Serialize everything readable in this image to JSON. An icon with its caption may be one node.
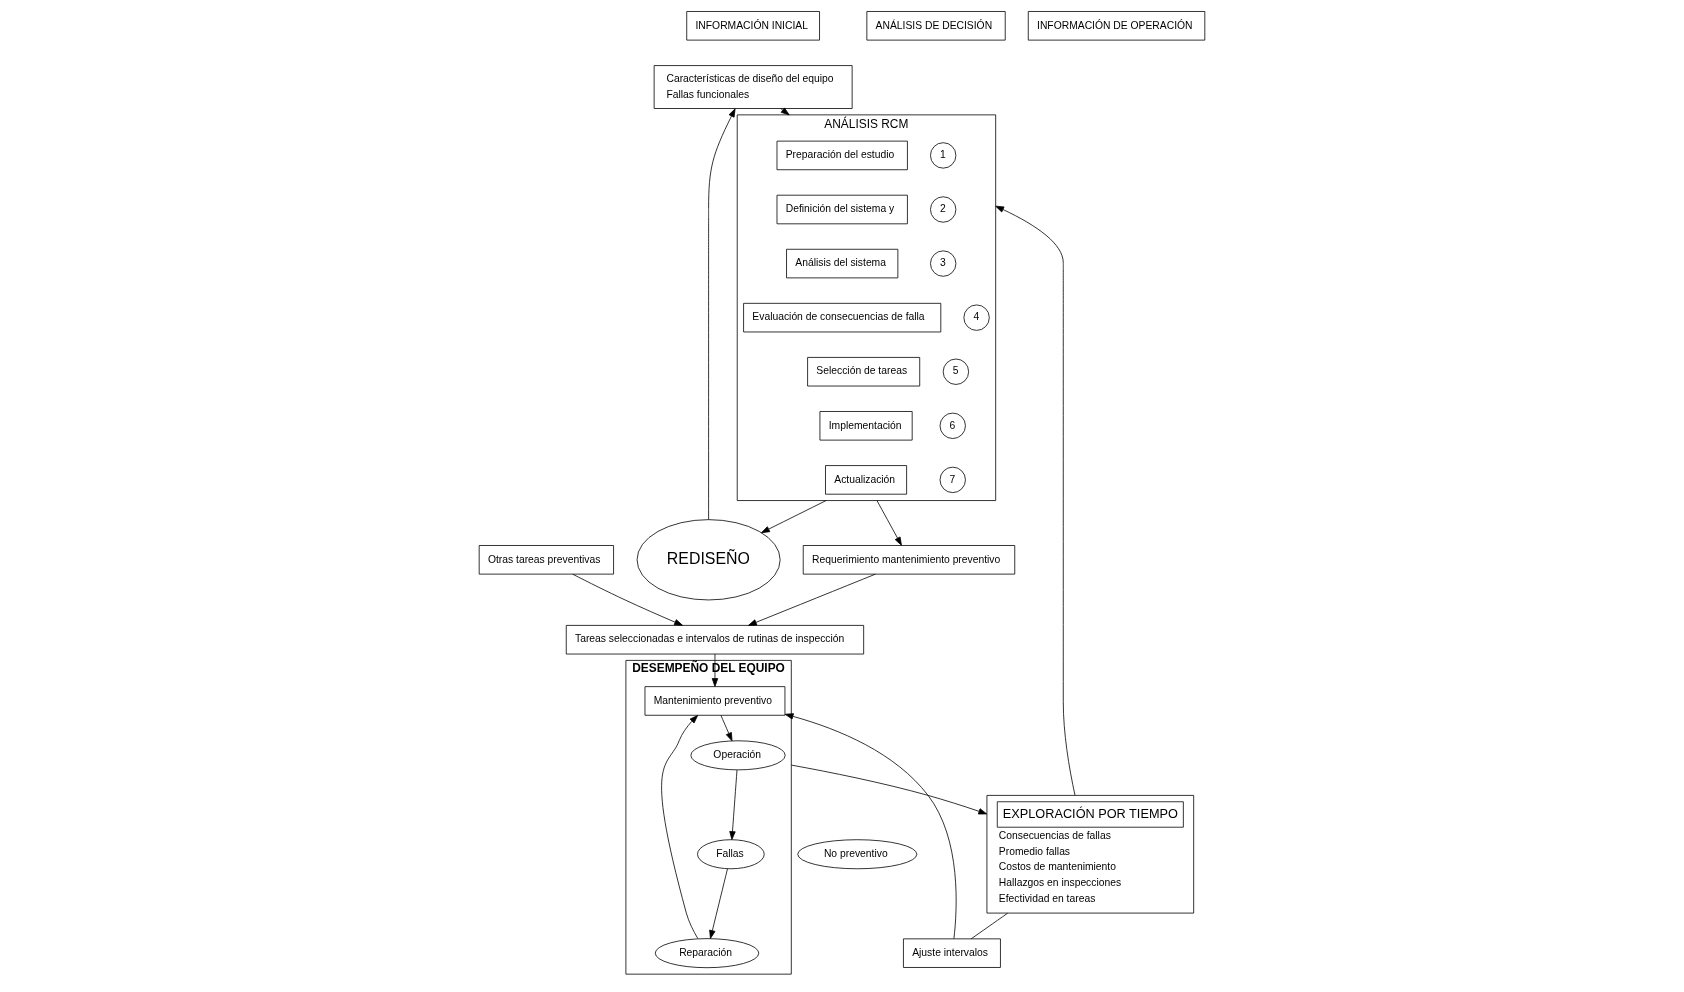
{
  "diagram": {
    "nodes": [
      {
        "text": [
          "INFORMACIÓN INICIAL"
        ]
      },
      {
        "text": [
          "ANÁLISIS DE DECISIÓN"
        ]
      },
      {
        "text": [
          "INFORMACIÓN DE OPERACIÓN"
        ]
      },
      {
        "text": [
          "Características de diseño del equipo",
          "Fallas funcionales"
        ]
      },
      {
        "text": [
          "ANÁLISIS RCM"
        ]
      },
      {
        "text": [
          "1"
        ],
        "in": 4
      },
      {
        "text": [
          "Preparación del estudio"
        ],
        "in": 4
      },
      {
        "text": [
          "2"
        ],
        "in": 4
      },
      {
        "text": [
          "Definición del sistema y"
        ],
        "in": 4
      },
      {
        "text": [
          "3"
        ],
        "in": 4
      },
      {
        "text": [
          "Análisis del sistema"
        ],
        "in": 4
      },
      {
        "text": [
          "4"
        ],
        "in": 4
      },
      {
        "text": [
          "Evaluación de consecuencias de falla"
        ],
        "in": 4
      },
      {
        "text": [
          "5"
        ],
        "in": 4
      },
      {
        "text": [
          "Selección de tareas"
        ],
        "in": 4
      },
      {
        "text": [
          "6"
        ],
        "in": 4
      },
      {
        "text": [
          "Implementación"
        ],
        "in": 4
      },
      {
        "text": [
          "7"
        ],
        "in": 4
      },
      {
        "text": [
          "Actualización"
        ],
        "in": 4
      },
      {
        "text": [
          "REDISEÑO"
        ]
      },
      {
        "text": [
          "Requerimiento mantenimiento preventivo"
        ]
      },
      {
        "text": [
          "Otras tareas preventivas"
        ]
      },
      {
        "text": [
          "Tareas seleccionadas e intervalos de rutinas de inspección"
        ]
      },
      {
        "text": [
          "EXPLORACIÓN POR TIEMPO",
          "Consecuencias de fallas",
          "Promedio fallas",
          "Costos de mantenimiento",
          "Hallazgos en inspecciones",
          "Efectividad en tareas"
        ]
      },
      {
        "text": [
          "No preventivo"
        ]
      },
      {
        "text": [
          "Ajuste intervalos"
        ]
      },
      {
        "text": [
          "DESEMPEÑO DEL EQUIPO"
        ]
      },
      {
        "text": [
          "Reparación"
        ],
        "in": 26
      },
      {
        "text": [
          "Fallas"
        ],
        "in": 26
      },
      {
        "text": [
          "Mantenimiento preventivo"
        ],
        "in": 26
      },
      {
        "text": [
          "Operación"
        ],
        "in": 26
      }
    ],
    "edges": [
      {
        "from": 3,
        "to": 4,
        "arrow": "to"
      },
      {
        "from": 4,
        "to": 19,
        "arrow": "to"
      },
      {
        "from": 19,
        "to": 3,
        "arrow": "to"
      },
      {
        "from": 4,
        "to": 20,
        "arrow": "to"
      },
      {
        "from": 20,
        "to": 22,
        "arrow": "to"
      },
      {
        "from": 21,
        "to": 22,
        "arrow": "to"
      },
      {
        "from": 22,
        "to": 29,
        "arrow": "to"
      },
      {
        "from": 23,
        "to": 4,
        "arrow": "to"
      },
      {
        "from": 23,
        "to": 25,
        "arrow": "none"
      },
      {
        "from": 25,
        "to": 29,
        "arrow": "to"
      },
      {
        "from": 26,
        "to": 23,
        "arrow": "to"
      },
      {
        "from": 28,
        "to": 27,
        "arrow": "to"
      },
      {
        "from": 27,
        "to": 29,
        "arrow": "to"
      },
      {
        "from": 29,
        "to": 30,
        "arrow": "to"
      },
      {
        "from": 30,
        "to": 28,
        "arrow": "to"
      }
    ]
  }
}
